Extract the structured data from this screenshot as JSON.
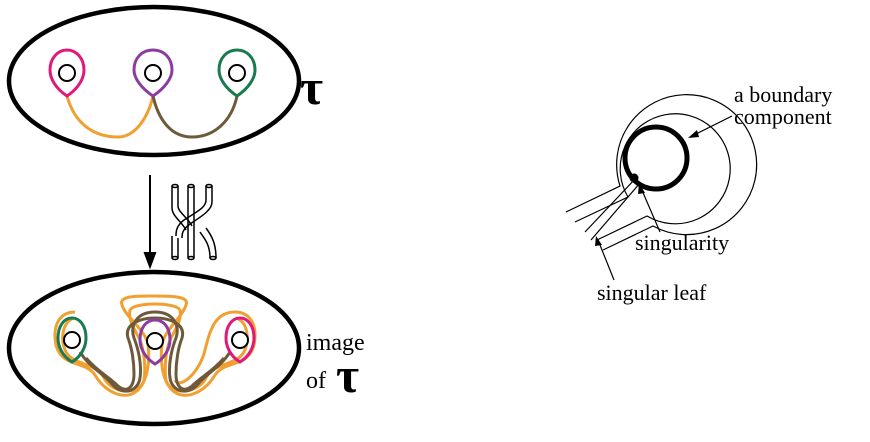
{
  "labels": {
    "tau_symbol": "τ",
    "image_line1": "image",
    "image_of": "of",
    "boundary_line1": "a boundary",
    "boundary_line2": "component",
    "singularity": "singularity",
    "singular_leaf": "singular leaf"
  },
  "colors": {
    "magenta": "#e0187c",
    "purple": "#8a3d9e",
    "green": "#1a7a50",
    "orange": "#f0a030",
    "brown": "#6e5a3a",
    "black": "#000000"
  }
}
